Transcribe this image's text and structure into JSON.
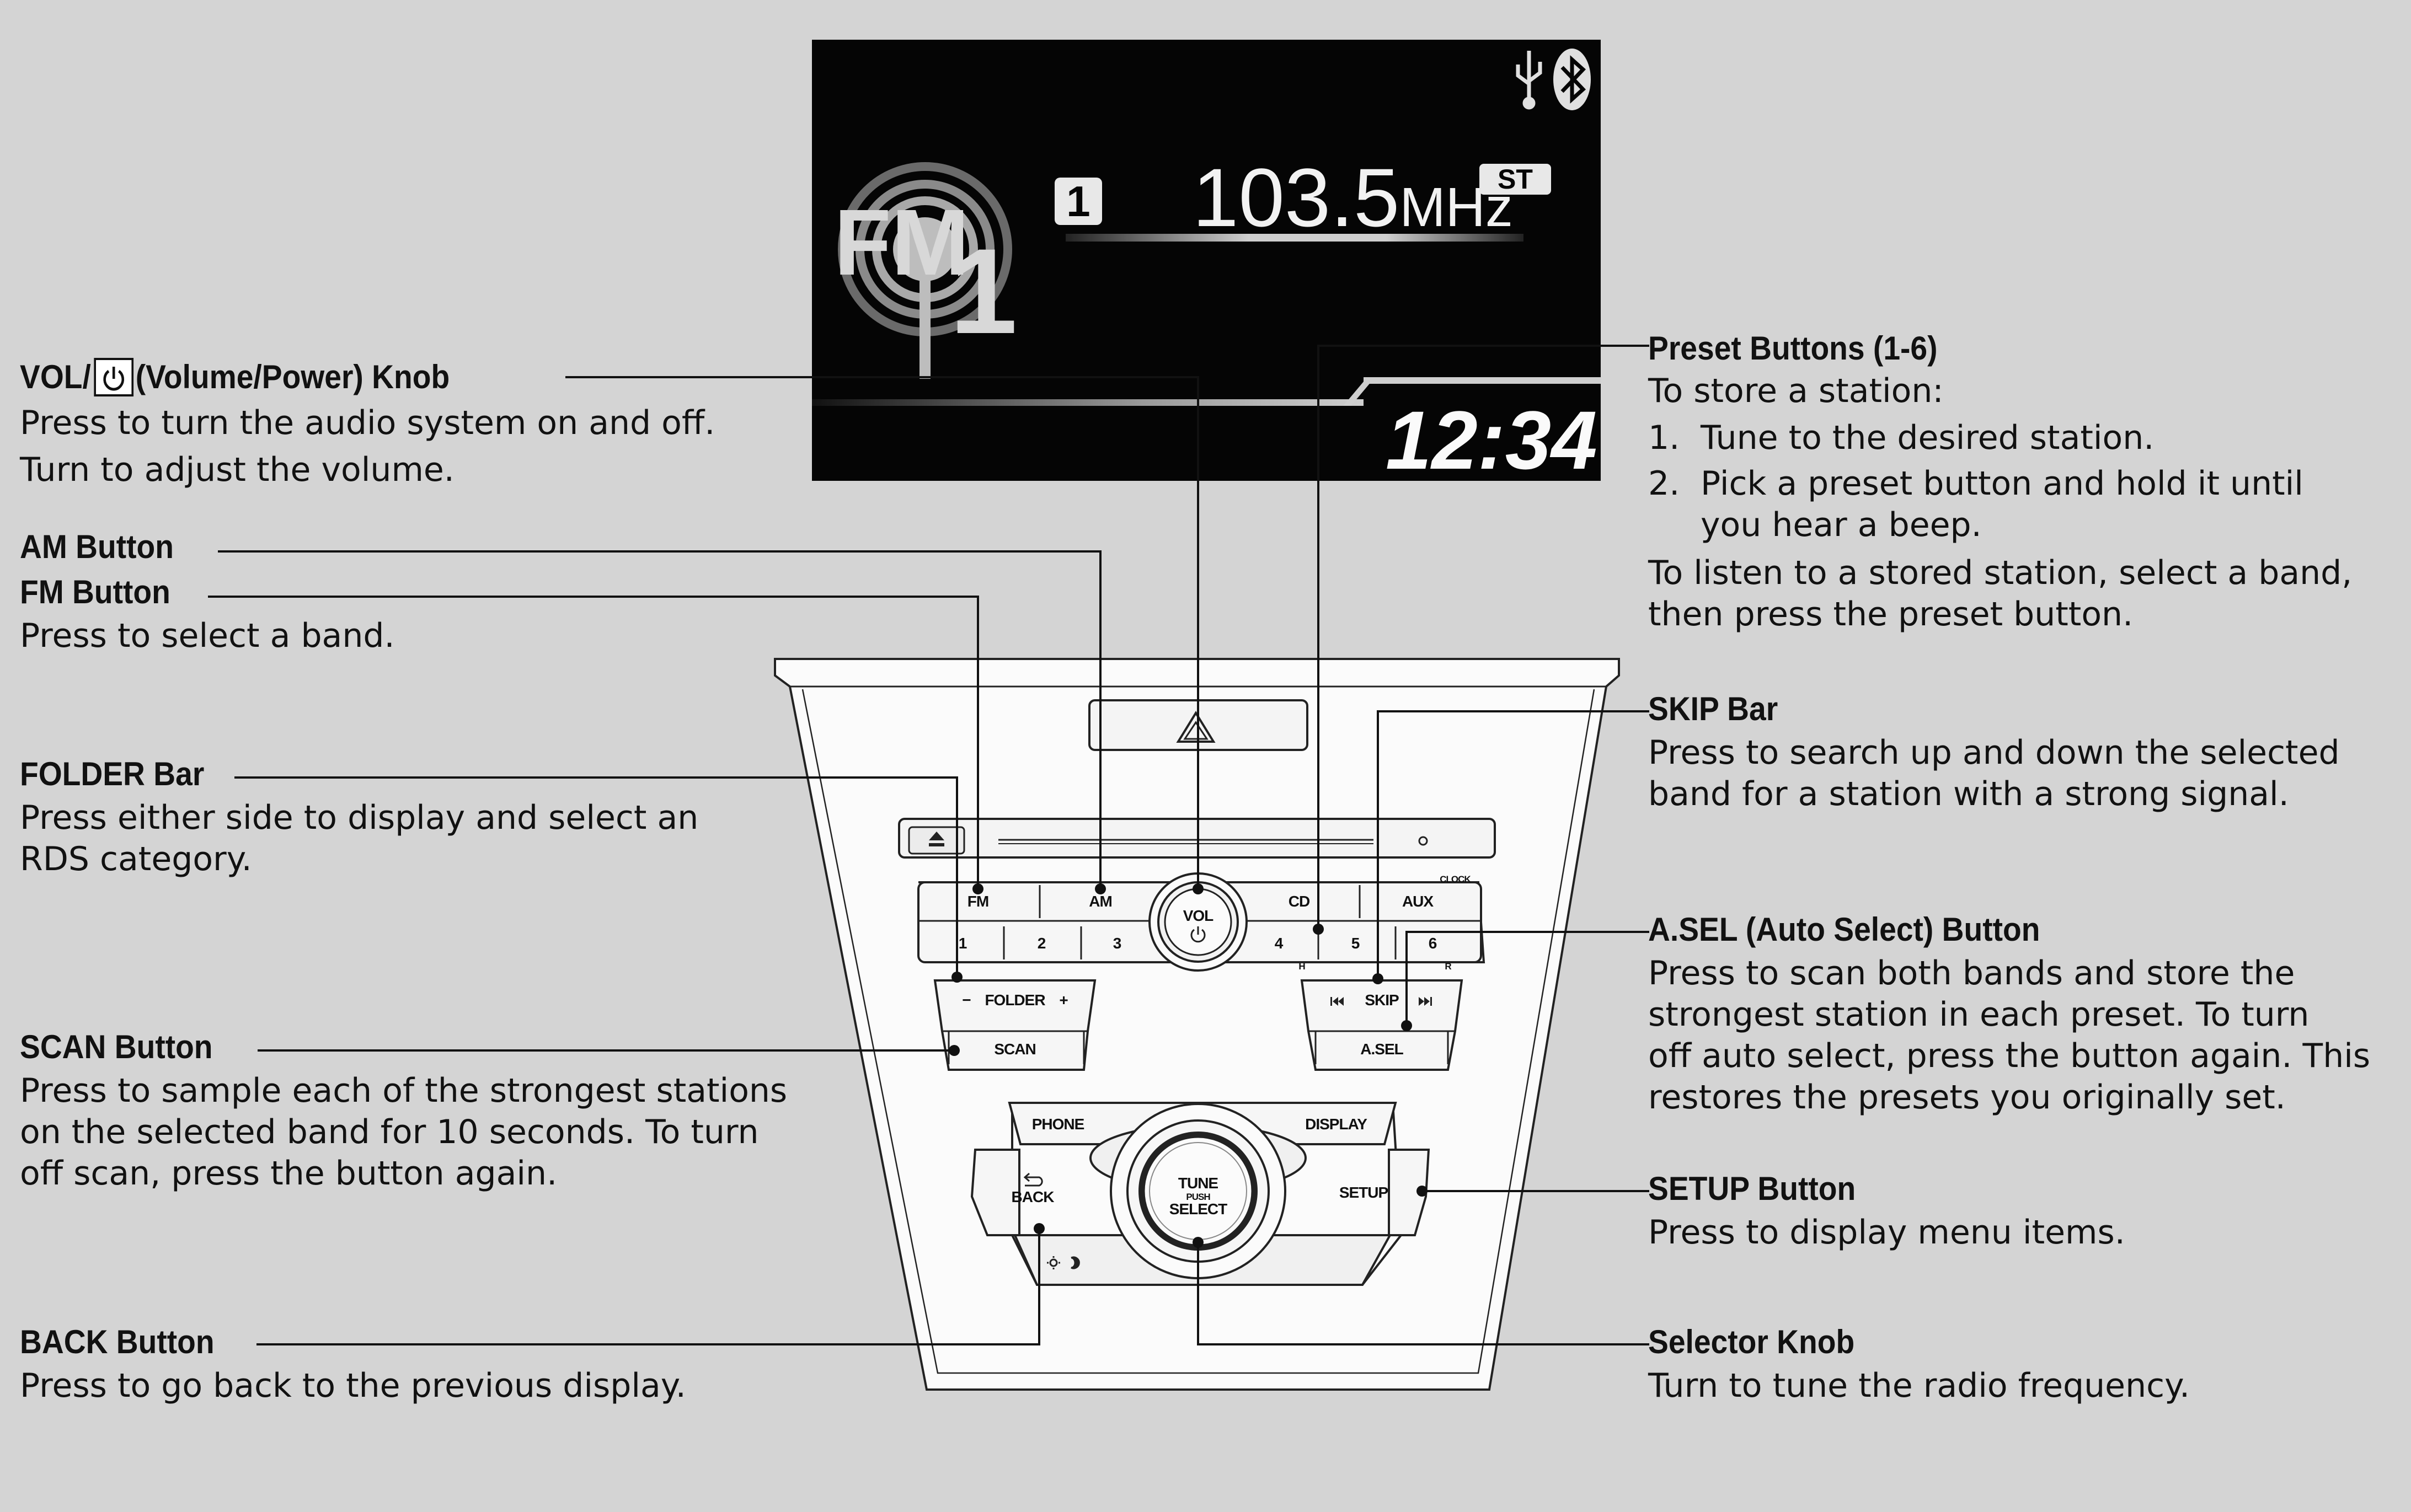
{
  "display": {
    "band": "FM",
    "band_number": "1",
    "preset_number": "1",
    "frequency": "103.5",
    "frequency_unit": "MHz",
    "stereo_badge": "ST",
    "clock": "12:34",
    "icons": [
      "usb-icon",
      "bluetooth-icon"
    ]
  },
  "panel": {
    "buttons": {
      "fm": "FM",
      "am": "AM",
      "cd": "CD",
      "aux": "AUX",
      "clock": "CLOCK",
      "vol_knob": "VOL",
      "presets": [
        "1",
        "2",
        "3",
        "4",
        "5",
        "6"
      ],
      "h": "H",
      "r": "R",
      "folder": "FOLDER",
      "folder_minus": "−",
      "folder_plus": "+",
      "scan": "SCAN",
      "skip": "SKIP",
      "asel": "A.SEL",
      "phone": "PHONE",
      "display": "DISPLAY",
      "back": "BACK",
      "setup": "SETUP",
      "tune_line1": "TUNE",
      "tune_line2": "PUSH",
      "tune_line3": "SELECT"
    }
  },
  "callouts": {
    "vol": {
      "title_prefix": "VOL/",
      "title_suffix": "(Volume/Power) Knob",
      "lines": [
        "Press to turn the audio system on and off.",
        "Turn to adjust the volume."
      ]
    },
    "am": {
      "title": "AM Button"
    },
    "fm": {
      "title": "FM Button",
      "lines": [
        "Press to select a band."
      ]
    },
    "folder": {
      "title": "FOLDER Bar",
      "lines": [
        "Press either side to display and select an",
        "RDS category."
      ]
    },
    "scan": {
      "title": "SCAN Button",
      "lines": [
        "Press to sample each of the strongest stations",
        "on the selected band for 10 seconds. To turn",
        "off scan, press the button again."
      ]
    },
    "back": {
      "title": "BACK Button",
      "lines": [
        "Press to go back to the previous display."
      ]
    },
    "preset": {
      "title": "Preset Buttons (1-6)",
      "intro": "To store a station:",
      "steps": [
        {
          "num": "1.",
          "text": "Tune to the desired station."
        },
        {
          "num": "2.",
          "text": "Pick a preset button and hold it until",
          "text2": "you hear a beep."
        }
      ],
      "lines": [
        "To listen to a stored station, select a band,",
        "then press the preset button."
      ]
    },
    "skip": {
      "title": "SKIP Bar",
      "lines": [
        "Press to search up and down the selected",
        "band for a station with a strong signal."
      ]
    },
    "asel": {
      "title": "A.SEL (Auto Select) Button",
      "lines": [
        "Press to scan both bands and store the",
        "strongest station in each preset. To turn",
        "off auto select, press the button again. This",
        "restores the presets you originally set."
      ]
    },
    "setup": {
      "title": "SETUP Button",
      "lines": [
        "Press to display menu items."
      ]
    },
    "selector": {
      "title": "Selector Knob",
      "lines": [
        "Turn to tune the radio frequency."
      ]
    }
  }
}
